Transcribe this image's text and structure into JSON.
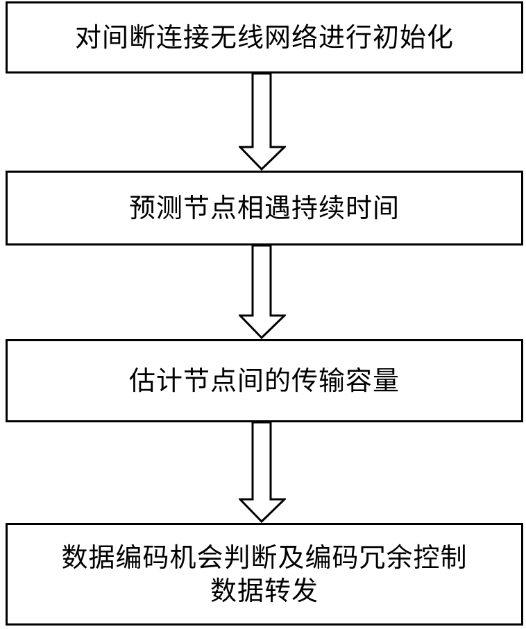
{
  "flowchart": {
    "steps": [
      {
        "label": "对间断连接无线网络进行初始化"
      },
      {
        "label": "预测节点相遇持续时间"
      },
      {
        "label": "估计节点间的传输容量"
      },
      {
        "label": "数据编码机会判断及编码冗余控制\n数据转发"
      }
    ],
    "colors": {
      "stroke": "#000000",
      "fill": "#ffffff"
    }
  }
}
